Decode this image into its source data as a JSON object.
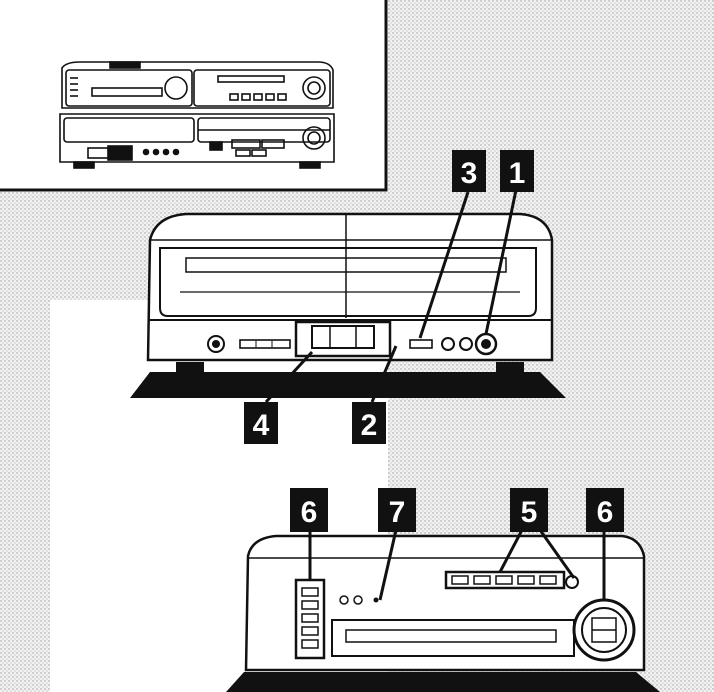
{
  "callouts": {
    "c1": "1",
    "c2": "2",
    "c3": "3",
    "c4": "4",
    "c5": "5",
    "c6a": "6",
    "c6b": "6",
    "c7": "7"
  },
  "colors": {
    "background": "#ffffff",
    "stipple": "#c8c8c8",
    "line": "#111111",
    "callout_box": "#111111",
    "callout_text": "#ffffff"
  }
}
